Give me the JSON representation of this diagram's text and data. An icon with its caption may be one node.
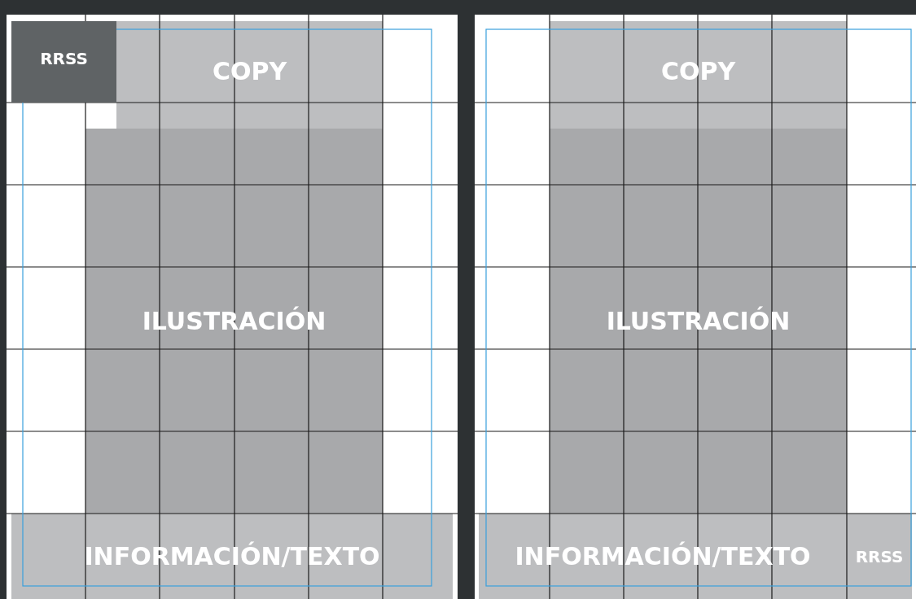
{
  "diagram": {
    "nodes": [
      {
        "text": [],
        "shape": "box"
      },
      {
        "text": [
          "RRSS"
        ],
        "in": 0
      },
      {
        "text": [
          "COPY"
        ],
        "in": 0
      },
      {
        "text": [
          "ILUSTRACIÓN"
        ],
        "in": 0
      },
      {
        "text": [
          "INFORMACIÓN/TEXTO"
        ],
        "in": 0
      },
      {
        "text": [],
        "shape": "box"
      },
      {
        "text": [
          "COPY"
        ],
        "in": 5
      },
      {
        "text": [
          "ILUSTRACIÓN"
        ],
        "in": 5
      },
      {
        "text": [
          "INFORMACIÓN/TEXTO"
        ],
        "in": 5
      },
      {
        "text": [
          "RRSS"
        ],
        "in": 5
      }
    ],
    "edges": []
  }
}
